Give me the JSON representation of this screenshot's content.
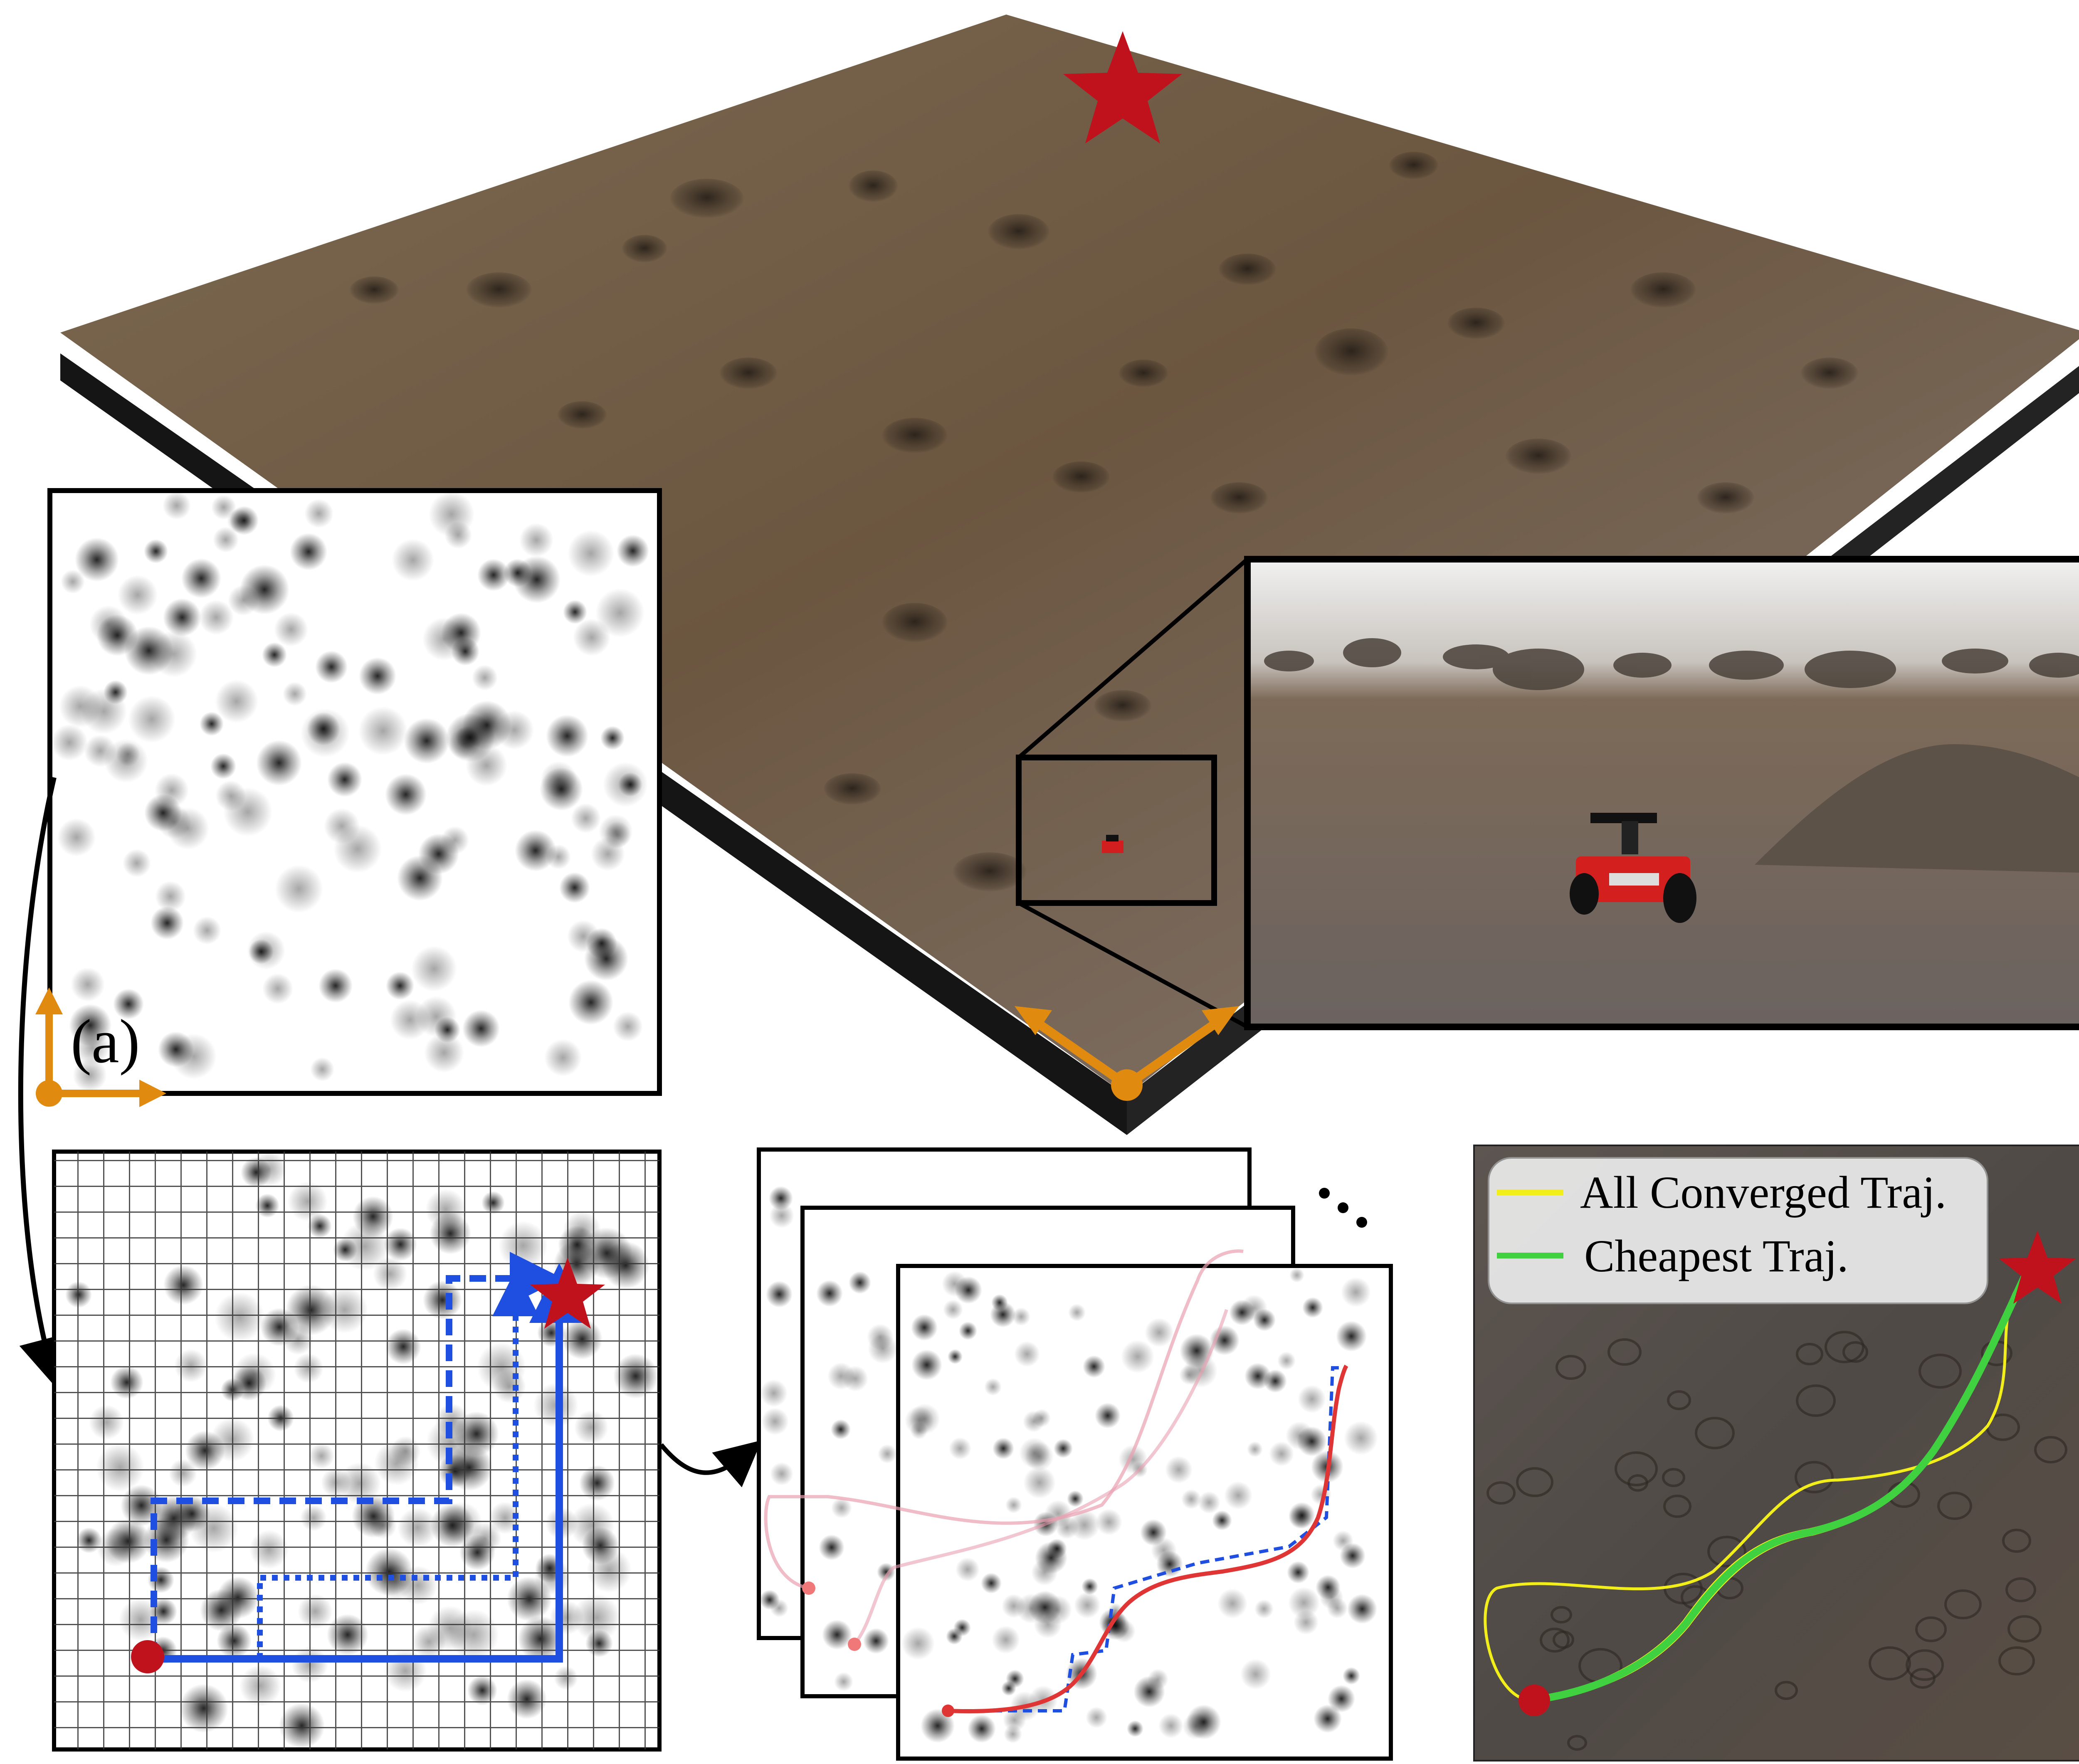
{
  "figure": {
    "panel_label": "(a)",
    "ellipsis": "..."
  },
  "legend": {
    "items": [
      {
        "label": "All Converged Traj.",
        "color": "#f2ee1a"
      },
      {
        "label": "Cheapest Traj.",
        "color": "#3fd13f"
      }
    ]
  },
  "colors": {
    "goal_star": "#c0121c",
    "start_dot": "#c0121c",
    "frame_axes": "#e08a10",
    "plan_path": "#1f4fe0",
    "robot_trajectory": "#e03535",
    "terrain": "#6e5a44"
  },
  "icons": [
    "goal-star-icon",
    "start-marker-icon",
    "robot-icon",
    "frame-axes-icon",
    "curved-arrow-icon"
  ]
}
